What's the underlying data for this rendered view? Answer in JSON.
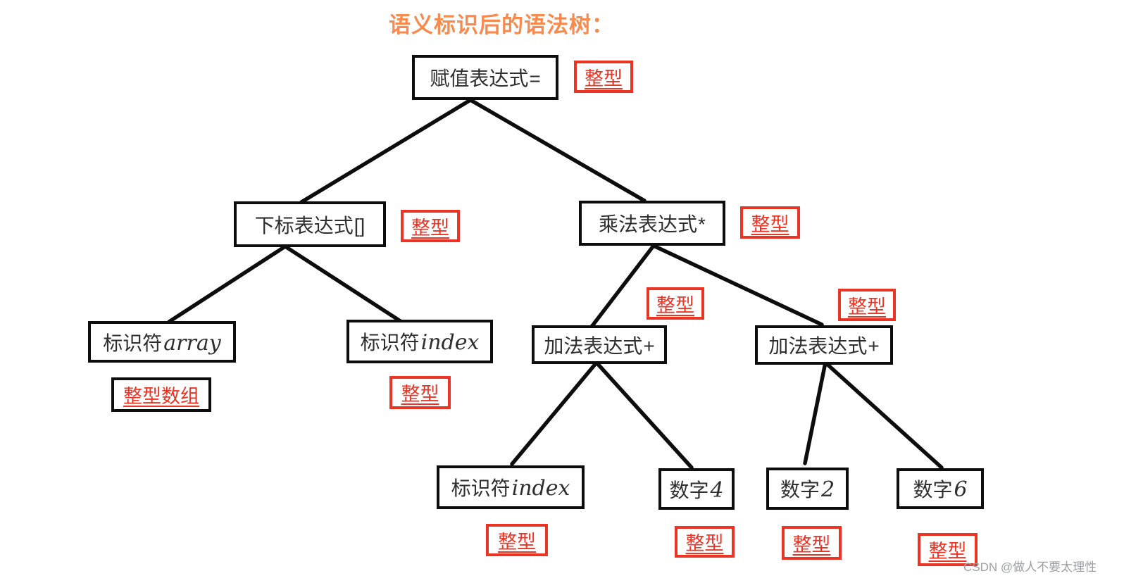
{
  "title": "语义标识后的语法树：",
  "watermark": "CSDN @做人不要太理性",
  "colors": {
    "title_orange": "#f78a4c",
    "annotation_red": "#ea3424",
    "node_border_black": "#0d0d0d"
  },
  "tree": {
    "nodes": [
      {
        "name": "assignment-expression",
        "prefix": "赋值表达式",
        "suffix": "="
      },
      {
        "name": "subscript-expression",
        "prefix": "下标表达式",
        "suffix": "[]"
      },
      {
        "name": "multiplication-expression",
        "prefix": "乘法表达式",
        "suffix": "*"
      },
      {
        "name": "identifier-array",
        "prefix": "标识符",
        "suffix": "array"
      },
      {
        "name": "identifier-index",
        "prefix": "标识符",
        "suffix": "index"
      },
      {
        "name": "addition-expression-left",
        "prefix": "加法表达式",
        "suffix": "+"
      },
      {
        "name": "addition-expression-right",
        "prefix": "加法表达式",
        "suffix": "+"
      },
      {
        "name": "identifier-index-2",
        "prefix": "标识符",
        "suffix": "index"
      },
      {
        "name": "number-4",
        "prefix": "数字",
        "suffix": "4"
      },
      {
        "name": "number-2",
        "prefix": "数字",
        "suffix": "2"
      },
      {
        "name": "number-6",
        "prefix": "数字",
        "suffix": "6"
      }
    ],
    "annotations": [
      {
        "for": "assignment-expression",
        "text": "整型"
      },
      {
        "for": "subscript-expression",
        "text": "整型"
      },
      {
        "for": "multiplication-expression",
        "text": "整型"
      },
      {
        "for": "identifier-array",
        "text": "整型数组"
      },
      {
        "for": "identifier-index",
        "text": "整型"
      },
      {
        "for": "addition-expression-left",
        "text": "整型"
      },
      {
        "for": "addition-expression-right",
        "text": "整型"
      },
      {
        "for": "identifier-index-2",
        "text": "整型"
      },
      {
        "for": "number-4",
        "text": "整型"
      },
      {
        "for": "number-2",
        "text": "整型"
      },
      {
        "for": "number-6",
        "text": "整型"
      }
    ]
  }
}
